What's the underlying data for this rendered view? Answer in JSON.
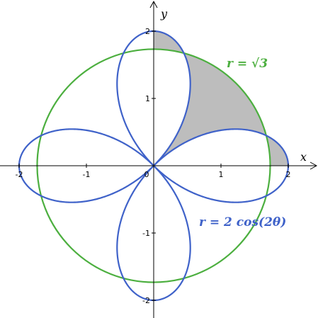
{
  "diagram": {
    "axes": {
      "x_label": "x",
      "y_label": "y",
      "x_ticks": [
        {
          "value": -2,
          "label": "-2"
        },
        {
          "value": -1,
          "label": "-1"
        },
        {
          "value": 0,
          "label": "0"
        },
        {
          "value": 1,
          "label": "1"
        },
        {
          "value": 2,
          "label": "2"
        }
      ],
      "y_ticks": [
        {
          "value": -2,
          "label": "-2"
        },
        {
          "value": -1,
          "label": "-1"
        },
        {
          "value": 1,
          "label": "1"
        },
        {
          "value": 2,
          "label": "2"
        }
      ]
    },
    "curves": [
      {
        "id": "circle",
        "equation_label": "r = √3",
        "color": "#4caf3f",
        "radius_squared": 3
      },
      {
        "id": "rose",
        "equation_label": "r = 2 cos(2θ)",
        "color": "#3f62c9",
        "amplitude": 2,
        "frequency": 2
      }
    ],
    "shaded_region": {
      "color": "#bdbdbd",
      "description_quadrant": "first",
      "theta_range_deg": [
        0,
        90
      ]
    }
  }
}
